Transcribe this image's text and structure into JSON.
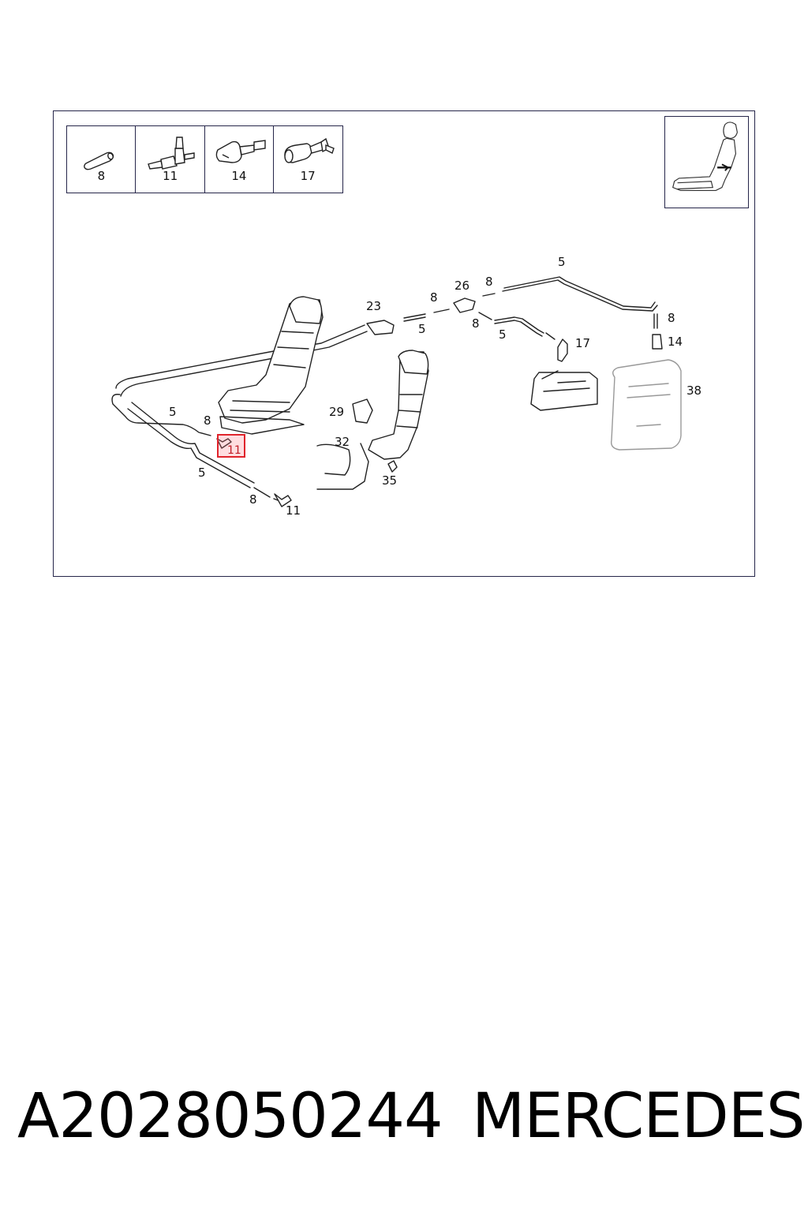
{
  "legend": {
    "items": [
      {
        "number": "8",
        "icon": "hose-connector-icon"
      },
      {
        "number": "11",
        "icon": "elbow-valve-icon"
      },
      {
        "number": "14",
        "icon": "inline-valve-icon"
      },
      {
        "number": "17",
        "icon": "angled-connector-icon"
      }
    ]
  },
  "thumbnail": {
    "icon": "seat-lumbar-icon"
  },
  "callouts": {
    "c5_top": "5",
    "c8_top": "8",
    "c26": "26",
    "c23": "23",
    "c8_mid": "8",
    "c5_mid": "5",
    "c8_after26": "8",
    "c5_right": "5",
    "c8_far": "8",
    "c17": "17",
    "c14": "14",
    "c38": "38",
    "c29": "29",
    "c32": "32",
    "c35": "35",
    "c5_left": "5",
    "c8_left": "8",
    "c5_bottom": "5",
    "c8_bottom": "8",
    "c11_bottom": "11"
  },
  "highlight": {
    "label": "11",
    "color": "#e0242c"
  },
  "footer": {
    "part_number": "A2028050244",
    "brand": "MERCEDES"
  }
}
